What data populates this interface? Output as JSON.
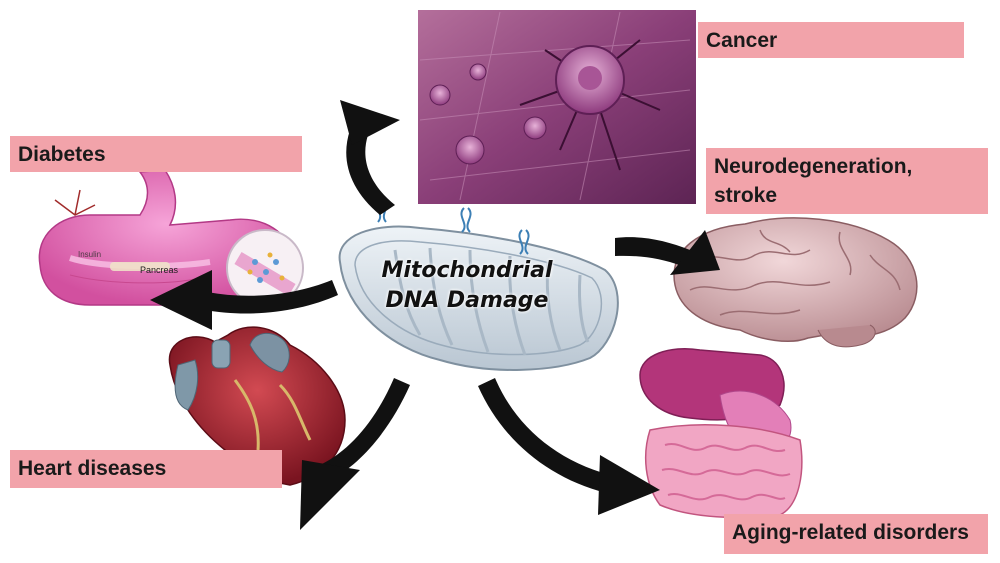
{
  "center": {
    "line1": "Mitochondrial",
    "line2": "DNA Damage"
  },
  "labels": {
    "cancer": "Cancer",
    "neuro_line1": "Neurodegeneration,",
    "neuro_line2": "stroke",
    "diabetes": "Diabetes",
    "heart": "Heart diseases",
    "aging": "Aging-related disorders"
  },
  "image_text": {
    "insulin": "Insulin",
    "pancreas": "Pancreas"
  },
  "colors": {
    "label_bg": "#f2a3aa",
    "arrow": "#111111",
    "accent": "#d94fa0"
  }
}
